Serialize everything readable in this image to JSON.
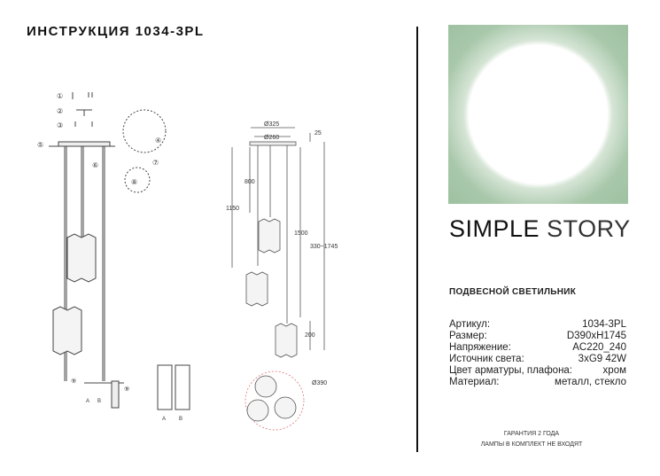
{
  "header": {
    "title": "ИНСТРУКЦИЯ 1034-3PL"
  },
  "brand": {
    "word1": "SIMPLE",
    "word2": "STORY",
    "logo_color": "#9fc2a2"
  },
  "product": {
    "type": "ПОДВЕСНОЙ СВЕТИЛЬНИК"
  },
  "specs": [
    {
      "label": "Артикул:",
      "value": "1034-3PL"
    },
    {
      "label": "Размер:",
      "value": "D390xH1745"
    },
    {
      "label": "Напряжение:",
      "value": "AC220_240"
    },
    {
      "label": "Источник света:",
      "value": "3xG9 42W"
    },
    {
      "label": "Цвет арматуры, плафона:",
      "value": "хром"
    },
    {
      "label": "Материал:",
      "value": "металл, стекло"
    }
  ],
  "footer": {
    "line1": "ГАРАНТИЯ 2 ГОДА",
    "line2": "ЛАМПЫ В КОМПЛЕКТ НЕ ВХОДЯТ"
  },
  "dimensions": {
    "d_canopy": "Ø325",
    "d_mount": "Ø260",
    "canopy_h": "25",
    "h1": "800",
    "h2": "1150",
    "h3": "1500",
    "total": "330~1745",
    "shade_h": "200",
    "d_total": "Ø390"
  },
  "assembly": {
    "steps": [
      "①",
      "②",
      "③",
      "④",
      "⑤",
      "⑥",
      "⑦",
      "⑧",
      "⑨"
    ],
    "detail_labels": [
      "A",
      "B"
    ]
  }
}
